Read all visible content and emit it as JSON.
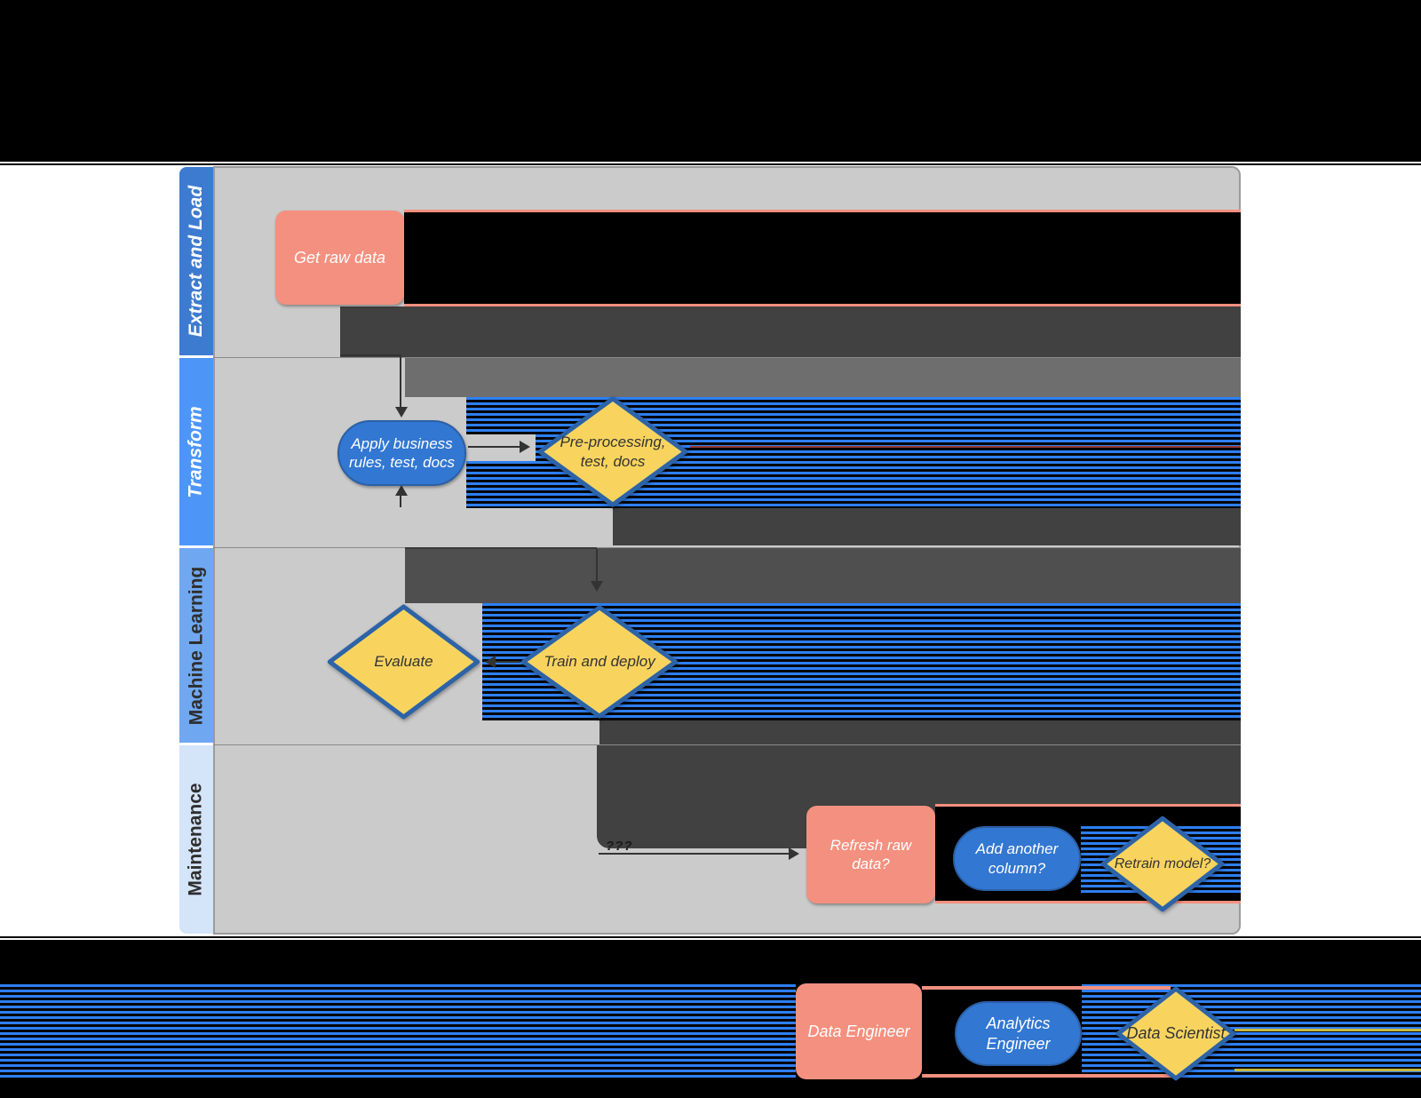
{
  "diagram": {
    "lanes": [
      {
        "label": "Extract and Load"
      },
      {
        "label": "Transform"
      },
      {
        "label": "Machine Learning"
      },
      {
        "label": "Maintenance"
      }
    ],
    "nodes": {
      "get_raw_data": "Get raw data",
      "apply_rules": "Apply business rules, test, docs",
      "preprocessing": "Pre-processing, test, docs",
      "evaluate": "Evaluate",
      "train_deploy": "Train and deploy",
      "refresh_raw": "Refresh raw data?",
      "add_column": "Add another column?",
      "retrain": "Retrain model?"
    },
    "connector_label": "???"
  },
  "legend": {
    "data_engineer": "Data Engineer",
    "analytics_engineer": "Analytics Engineer",
    "data_scientist": "Data Scientist"
  },
  "colors": {
    "lane_header_1": "#3d7bd0",
    "lane_header_2": "#4d96f8",
    "lane_header_3": "#70a7f1",
    "lane_header_4": "#d4e4f9",
    "lane_body": "#cbcbcb",
    "shape_salmon": "#f4907f",
    "shape_blue": "#3277d2",
    "shape_blue_border": "#2a5fa6",
    "shape_yellow": "#f8d45f",
    "shape_yellow_border": "#2d63a7",
    "glitch_charcoal": "#414141",
    "glitch_medium_gray": "#6e6e6e",
    "glitch_dark_gray": "#4f4f4f",
    "glitch_stripe_blue": "#2e7ff2",
    "background_black": "#000000"
  }
}
